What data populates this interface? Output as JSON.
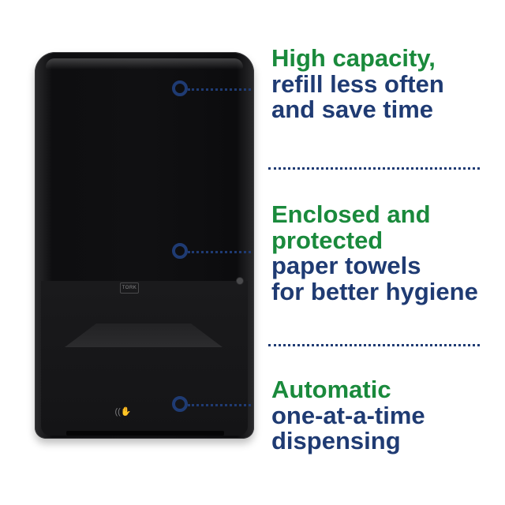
{
  "features": [
    {
      "lines": [
        "High capacity,",
        "refill less often",
        "and save time"
      ],
      "accent_lines": 1
    },
    {
      "lines": [
        "Enclosed and",
        "protected",
        "paper towels",
        "for better hygiene"
      ],
      "accent_lines": 2
    },
    {
      "lines": [
        "Automatic",
        "one-at-a-time",
        "dispensing"
      ],
      "accent_lines": 1
    }
  ],
  "colors": {
    "accent_green": "#1a8a3c",
    "navy": "#1f3b73",
    "dispenser_body": "#101012"
  },
  "product": {
    "brand_mark": "TORK"
  }
}
